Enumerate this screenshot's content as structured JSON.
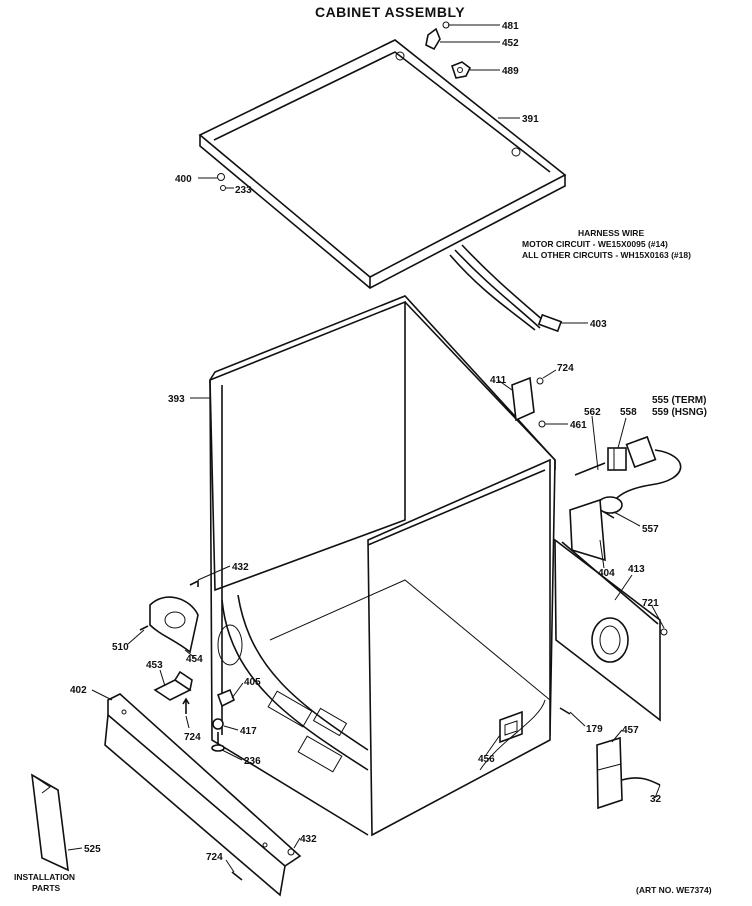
{
  "title": "CABINET ASSEMBLY",
  "harness_note": {
    "line1": "HARNESS WIRE",
    "line2": "MOTOR CIRCUIT - WE15X0095 (#14)",
    "line3": "ALL OTHER CIRCUITS - WH15X0163 (#18)"
  },
  "art_number": "(ART NO. WE7374)",
  "installation_parts": [
    "INSTALLATION",
    "PARTS"
  ],
  "part_labels": {
    "p481": "481",
    "p452": "452",
    "p489": "489",
    "p391": "391",
    "p400": "400",
    "p233": "233",
    "p403": "403",
    "p724a": "724",
    "p411": "411",
    "p461": "461",
    "p393": "393",
    "p562": "562",
    "p558": "558",
    "p555": "555 (TERM)",
    "p559": "559 (HSNG)",
    "p557": "557",
    "p404": "404",
    "p413": "413",
    "p721": "721",
    "p432a": "432",
    "p510": "510",
    "p454": "454",
    "p453": "453",
    "p405": "405",
    "p724b": "724",
    "p417": "417",
    "p236": "236",
    "p402": "402",
    "p456": "456",
    "p179": "179",
    "p457": "457",
    "p32": "32",
    "p525": "525",
    "p724c": "724",
    "p432b": "432"
  }
}
